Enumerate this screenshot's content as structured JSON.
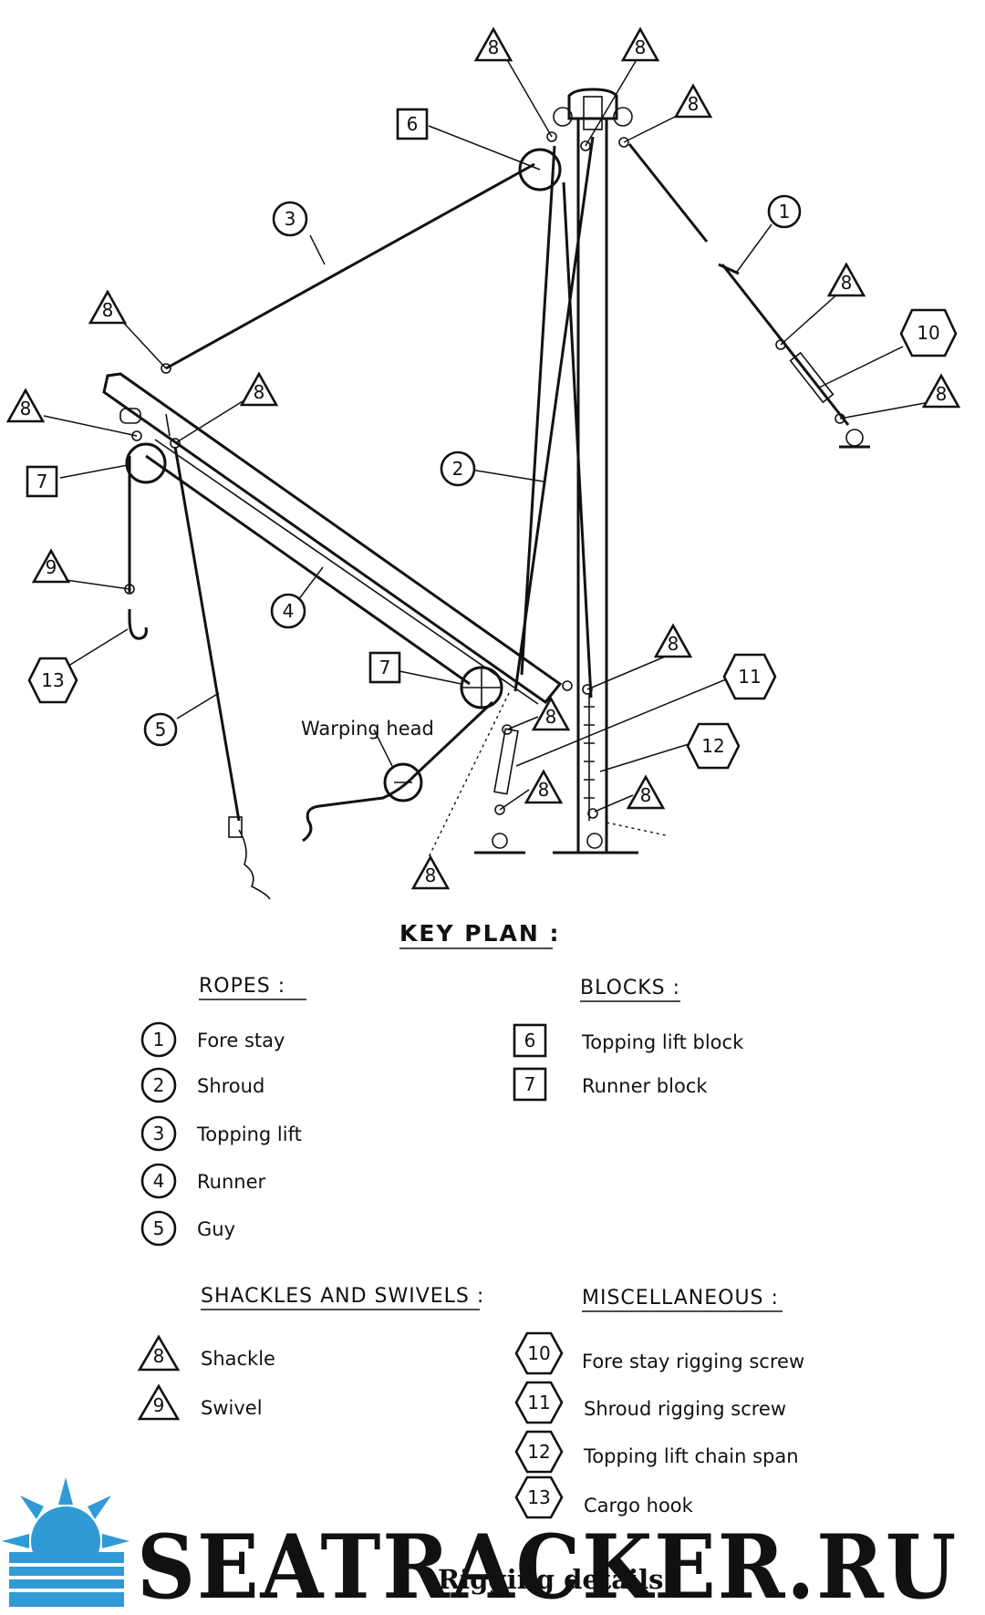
{
  "diagram": {
    "callouts": {
      "c8a": "8",
      "c8b": "8",
      "c8c": "8",
      "c6": "6",
      "c3": "3",
      "c1": "1",
      "c8d": "8",
      "c10": "10",
      "c8e": "8",
      "c8f": "8",
      "c8g": "8",
      "c7a": "7",
      "c2": "2",
      "c9": "9",
      "c4": "4",
      "c13": "13",
      "c7b": "7",
      "c8h": "8",
      "c11": "11",
      "c8i": "8",
      "c12": "12",
      "c5": "5",
      "c8j": "8",
      "c8k": "8",
      "c8l": "8"
    },
    "warping_head": "Warping head"
  },
  "key_plan": {
    "title": "KEY PLAN :",
    "ropes": {
      "heading": "ROPES :",
      "items": [
        {
          "num": "1",
          "label": "Fore stay"
        },
        {
          "num": "2",
          "label": "Shroud"
        },
        {
          "num": "3",
          "label": "Topping lift"
        },
        {
          "num": "4",
          "label": "Runner"
        },
        {
          "num": "5",
          "label": "Guy"
        }
      ]
    },
    "blocks": {
      "heading": "BLOCKS :",
      "items": [
        {
          "num": "6",
          "label": "Topping lift block"
        },
        {
          "num": "7",
          "label": "Runner block"
        }
      ]
    },
    "shackles": {
      "heading": "SHACKLES AND SWIVELS :",
      "items": [
        {
          "num": "8",
          "label": "Shackle"
        },
        {
          "num": "9",
          "label": "Swivel"
        }
      ]
    },
    "misc": {
      "heading": "MISCELLANEOUS :",
      "items": [
        {
          "num": "10",
          "label": "Fore stay rigging screw"
        },
        {
          "num": "11",
          "label": "Shroud rigging screw"
        },
        {
          "num": "12",
          "label": "Topping lift chain span"
        },
        {
          "num": "13",
          "label": "Cargo hook"
        }
      ]
    }
  },
  "watermark": "SEATRACKER.RU",
  "caption": "Rigging details",
  "colors": {
    "ink": "#111111",
    "watermark": "#2f9ad6",
    "paper": "#ffffff"
  }
}
